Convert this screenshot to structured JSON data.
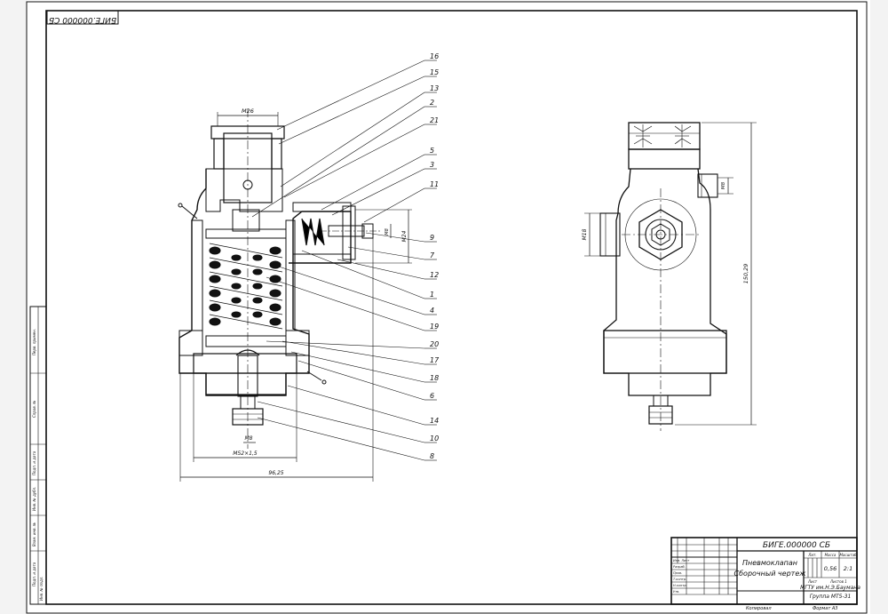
{
  "drawing": {
    "designation": "БИГЕ.000000 СБ",
    "designation_rotated": "БИГЕ.000000 СБ",
    "name_line1": "Пневмоклапан",
    "name_line2": "Сборочный чертеж",
    "mass": "0,56",
    "scale": "2:1",
    "org_line1": "МГТУ им.Н.Э.Баумана",
    "org_line2": "Группа МТ5-31",
    "copied": "Копировал",
    "format": "Формат А3",
    "col_lit": "Лит.",
    "col_mass": "Масса",
    "col_scale": "Масштаб",
    "sheet": "Лист",
    "sheets": "Листов 1",
    "rows": [
      "Изм. Лист",
      "Разраб.",
      "Пров.",
      "Т.контр.",
      "Н.контр.",
      "Утв."
    ]
  },
  "dimensions": {
    "m26": "M26",
    "m8_top": "M8",
    "m24": "M24",
    "m8_bottom": "M8",
    "m52": "M52×1,5",
    "d9625": "96,25",
    "m8_side": "M8",
    "m18": "M18",
    "d15029": "150,29"
  },
  "leaders": [
    "16",
    "15",
    "13",
    "2",
    "21",
    "5",
    "3",
    "11",
    "9",
    "7",
    "12",
    "1",
    "4",
    "19",
    "20",
    "17",
    "18",
    "6",
    "14",
    "10",
    "8"
  ],
  "side_stamps": [
    "Перв. примен.",
    "Справ. №",
    "Подп. и дата",
    "Инв. № дубл.",
    "Взам. инв. №",
    "Подп. и дата",
    "Инв. № подл."
  ]
}
